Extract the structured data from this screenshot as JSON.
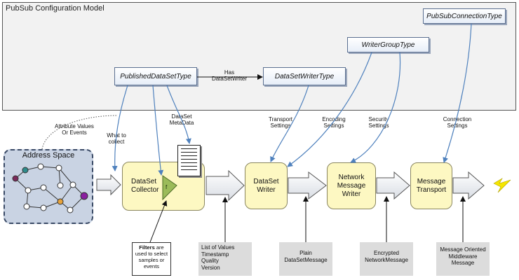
{
  "model": {
    "title": "PubSub Configuration Model",
    "types": {
      "published_dataset": "PublishedDataSetType",
      "dataset_writer": "DataSetWriterType",
      "writer_group": "WriterGroupType",
      "connection": "PubSubConnectionType"
    },
    "relation": {
      "line1": "Has",
      "line2": "DataSetWriter"
    }
  },
  "address_space": {
    "title": "Address Space"
  },
  "stages": {
    "collector": {
      "line1": "DataSet",
      "line2": "Collector"
    },
    "filter_symbol": "f",
    "writer": {
      "line1": "DataSet",
      "line2": "Writer"
    },
    "net_writer": {
      "line1": "Network",
      "line2": "Message",
      "line3": "Writer"
    },
    "transport": {
      "line1": "Message",
      "line2": "Transport"
    }
  },
  "labels": {
    "attribute": {
      "line1": "Attribute Values",
      "line2": "Or Events"
    },
    "what": {
      "line1": "What to",
      "line2": "collect"
    },
    "metadata": {
      "line1": "DataSet",
      "line2": "MetaData"
    },
    "transport": {
      "line1": "Transport",
      "line2": "Settings"
    },
    "encoding": {
      "line1": "Encoding",
      "line2": "Settings"
    },
    "security": {
      "line1": "Security",
      "line2": "Settings"
    },
    "connection": {
      "line1": "Connection",
      "line2": "Settings"
    }
  },
  "notes": {
    "filters": {
      "bold": "Filters",
      "line1": " are",
      "line2": "used to select",
      "line3": "samples or",
      "line4": "events"
    },
    "values": {
      "line1": "List of Values",
      "line2": "Timestamp",
      "line3": "Quality",
      "line4": "Version"
    },
    "plain": {
      "line1": "Plain",
      "line2": "DataSetMessage"
    },
    "encrypted": {
      "line1": "Encrypted",
      "line2": "NetworkMessage"
    },
    "mom": {
      "line1": "Message Oriented",
      "line2": "Middleware",
      "line3": "Message"
    }
  },
  "colors": {
    "panel_bg": "#f2f2f2",
    "type_box_border": "#5b6f90",
    "connector_blue": "#4f81bd",
    "process_fill": "#fdf8c2",
    "address_fill": "#c9d3e3",
    "filter_green": "#9bbb59",
    "lightning": "#f5e600",
    "note_gray": "#dcdcdc"
  }
}
